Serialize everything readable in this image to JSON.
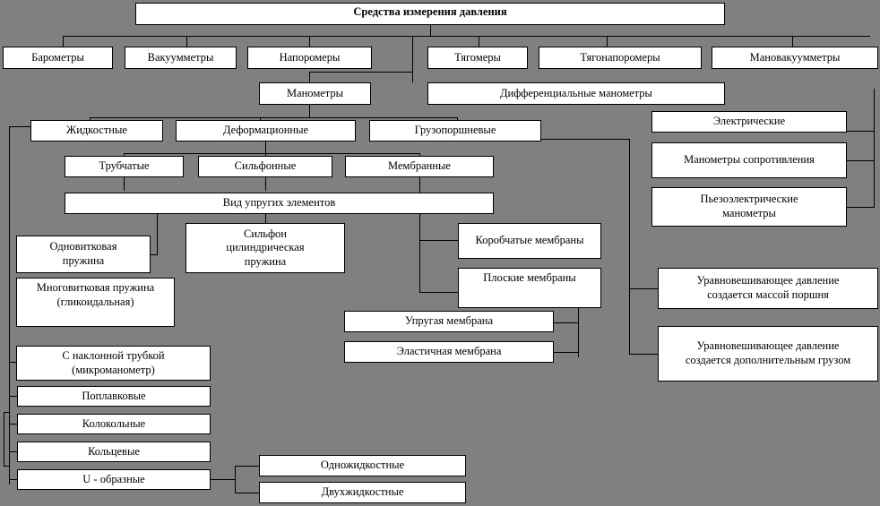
{
  "diagram": {
    "title": "Средства измерения давления",
    "background_color": "#808080",
    "box_fill": "#ffffff",
    "line_color": "#000000",
    "type": "hierarchy-tree",
    "nodes": [
      {
        "id": "root",
        "label": "Средства измерения давления"
      },
      {
        "id": "barometers",
        "label": "Барометры"
      },
      {
        "id": "vacuumeters",
        "label": "Вакуумметры"
      },
      {
        "id": "naporomery",
        "label": "Напоромеры"
      },
      {
        "id": "tyagomery",
        "label": "Тягомеры"
      },
      {
        "id": "tyagonaporomery",
        "label": "Тягонапоромеры"
      },
      {
        "id": "manovacuum",
        "label": "Мановакуумметры"
      },
      {
        "id": "manometry",
        "label": "Манометры"
      },
      {
        "id": "diffmanometry",
        "label": "Дифференциальные манометры"
      },
      {
        "id": "liquid",
        "label": "Жидкостные"
      },
      {
        "id": "deformation",
        "label": "Деформационные"
      },
      {
        "id": "piston",
        "label": "Грузопоршневые"
      },
      {
        "id": "electric",
        "label": "Электрические"
      },
      {
        "id": "resistance",
        "label": "Манометры сопротивления"
      },
      {
        "id": "piezo",
        "label": "Пьезоэлектрические\nманометры"
      },
      {
        "id": "tubular",
        "label": "Трубчатые"
      },
      {
        "id": "bellows",
        "label": "Сильфонные"
      },
      {
        "id": "membrane",
        "label": "Мембранные"
      },
      {
        "id": "elastictype",
        "label": "Вид упругих  элементов"
      },
      {
        "id": "singlecoil",
        "label": "Одновитковая\nпружина"
      },
      {
        "id": "bellowcyl",
        "label": "Сильфон\nцилиндрическая\nпружина"
      },
      {
        "id": "boxmembrane",
        "label": "Коробчатые мембраны"
      },
      {
        "id": "multicoil",
        "label": "Многовитковая пружина\n(гликоидальная)"
      },
      {
        "id": "flatmembrane",
        "label": "Плоские мембраны"
      },
      {
        "id": "pistonmass",
        "label": "Уравновешивающее давление\nсоздается массой поршня"
      },
      {
        "id": "elasticmembrane",
        "label": "Упругая мембрана"
      },
      {
        "id": "inclinedtube",
        "label": "С наклонной трубкой\n(микроманометр)"
      },
      {
        "id": "elastmembrane",
        "label": "Эластичная мембрана"
      },
      {
        "id": "extraweight",
        "label": "Уравновешивающее давление\nсоздается дополнительным грузом"
      },
      {
        "id": "float",
        "label": "Поплавковые"
      },
      {
        "id": "bell",
        "label": "Колокольные"
      },
      {
        "id": "ring",
        "label": "Кольцевые"
      },
      {
        "id": "ushaped",
        "label": "U - образные"
      },
      {
        "id": "oneliquid",
        "label": "Одножидкостные"
      },
      {
        "id": "twoliquid",
        "label": "Двухжидкостные"
      }
    ]
  }
}
